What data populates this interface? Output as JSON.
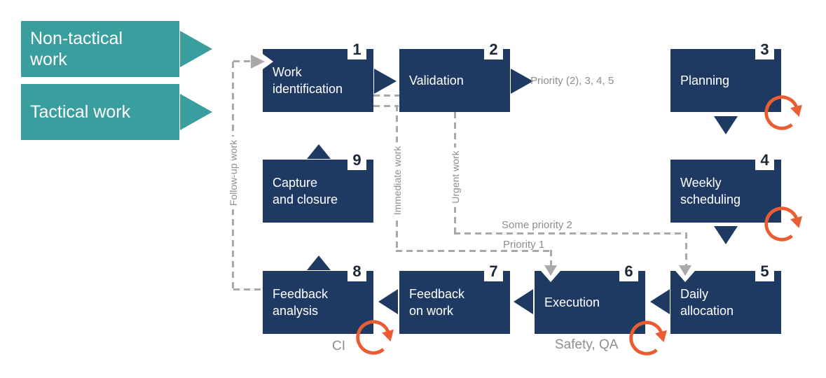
{
  "palette": {
    "navy": "#1e3a63",
    "teal": "#3b9e9e",
    "orange": "#ea5d33",
    "gray_line": "#a9a9a9",
    "gray_text": "#8e8e8e",
    "badge_text": "#1c2836",
    "box_text": "#ffffff"
  },
  "legend": {
    "items": [
      {
        "label": "Non-tactical\nwork"
      },
      {
        "label": "Tactical work"
      }
    ]
  },
  "boxes": [
    {
      "number": "1",
      "label": "Work\nidentification"
    },
    {
      "number": "2",
      "label": "Validation"
    },
    {
      "number": "3",
      "label": "Planning"
    },
    {
      "number": "4",
      "label": "Weekly\nscheduling"
    },
    {
      "number": "5",
      "label": "Daily\nallocation"
    },
    {
      "number": "6",
      "label": "Execution"
    },
    {
      "number": "7",
      "label": "Feedback\non work"
    },
    {
      "number": "8",
      "label": "Feedback\nanalysis"
    },
    {
      "number": "9",
      "label": "Capture\nand closure"
    }
  ],
  "labels": {
    "follow_up": "Follow-up work",
    "immediate": "Immediate work",
    "urgent": "Urgent work",
    "priority_2345": "Priority (2), 3, 4, 5",
    "some_priority_2": "Some priority 2",
    "priority_1": "Priority 1",
    "ci": "CI",
    "safety_qa": "Safety, QA"
  },
  "icons": {
    "refresh": "circular clockwise loop arrow",
    "arrow_right": "▶",
    "arrow_left": "◀",
    "arrow_up": "▲",
    "arrow_down": "▼"
  }
}
